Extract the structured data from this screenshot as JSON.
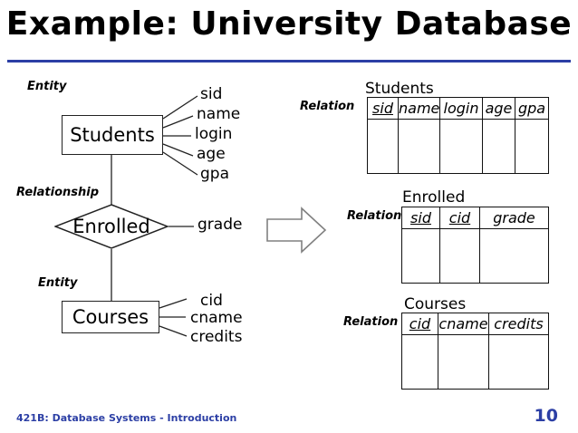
{
  "slide": {
    "title": "Example: University Database",
    "rule_color": "#2c3fa5"
  },
  "labels": {
    "entity_students": "Entity",
    "relationship": "Relationship",
    "entity_courses": "Entity",
    "relation_students": "Relation",
    "relation_enrolled": "Relation",
    "relation_courses": "Relation"
  },
  "er_diagram": {
    "entities": [
      {
        "name": "Students",
        "attributes": [
          "sid",
          "name",
          "login",
          "age",
          "gpa"
        ]
      },
      {
        "name": "Courses",
        "attributes": [
          "cid",
          "cname",
          "credits"
        ]
      }
    ],
    "relationship": {
      "name": "Enrolled",
      "attributes": [
        "grade"
      ]
    }
  },
  "arrow": {
    "name": "right-block-arrow",
    "color": "#7f7f7f"
  },
  "relations": [
    {
      "caption": "Students",
      "columns": [
        {
          "label": "sid",
          "key": true
        },
        {
          "label": "name",
          "key": false
        },
        {
          "label": "login",
          "key": false
        },
        {
          "label": "age",
          "key": false
        },
        {
          "label": "gpa",
          "key": false
        }
      ],
      "rows": []
    },
    {
      "caption": "Enrolled",
      "columns": [
        {
          "label": "sid",
          "key": true
        },
        {
          "label": "cid",
          "key": true
        },
        {
          "label": "grade",
          "key": false
        }
      ],
      "rows": []
    },
    {
      "caption": "Courses",
      "columns": [
        {
          "label": "cid",
          "key": true
        },
        {
          "label": "cname",
          "key": false
        },
        {
          "label": "credits",
          "key": false
        }
      ],
      "rows": []
    }
  ],
  "footer": {
    "course": "421B: Database Systems - Introduction",
    "page": "10",
    "color": "#2c3fa5"
  }
}
